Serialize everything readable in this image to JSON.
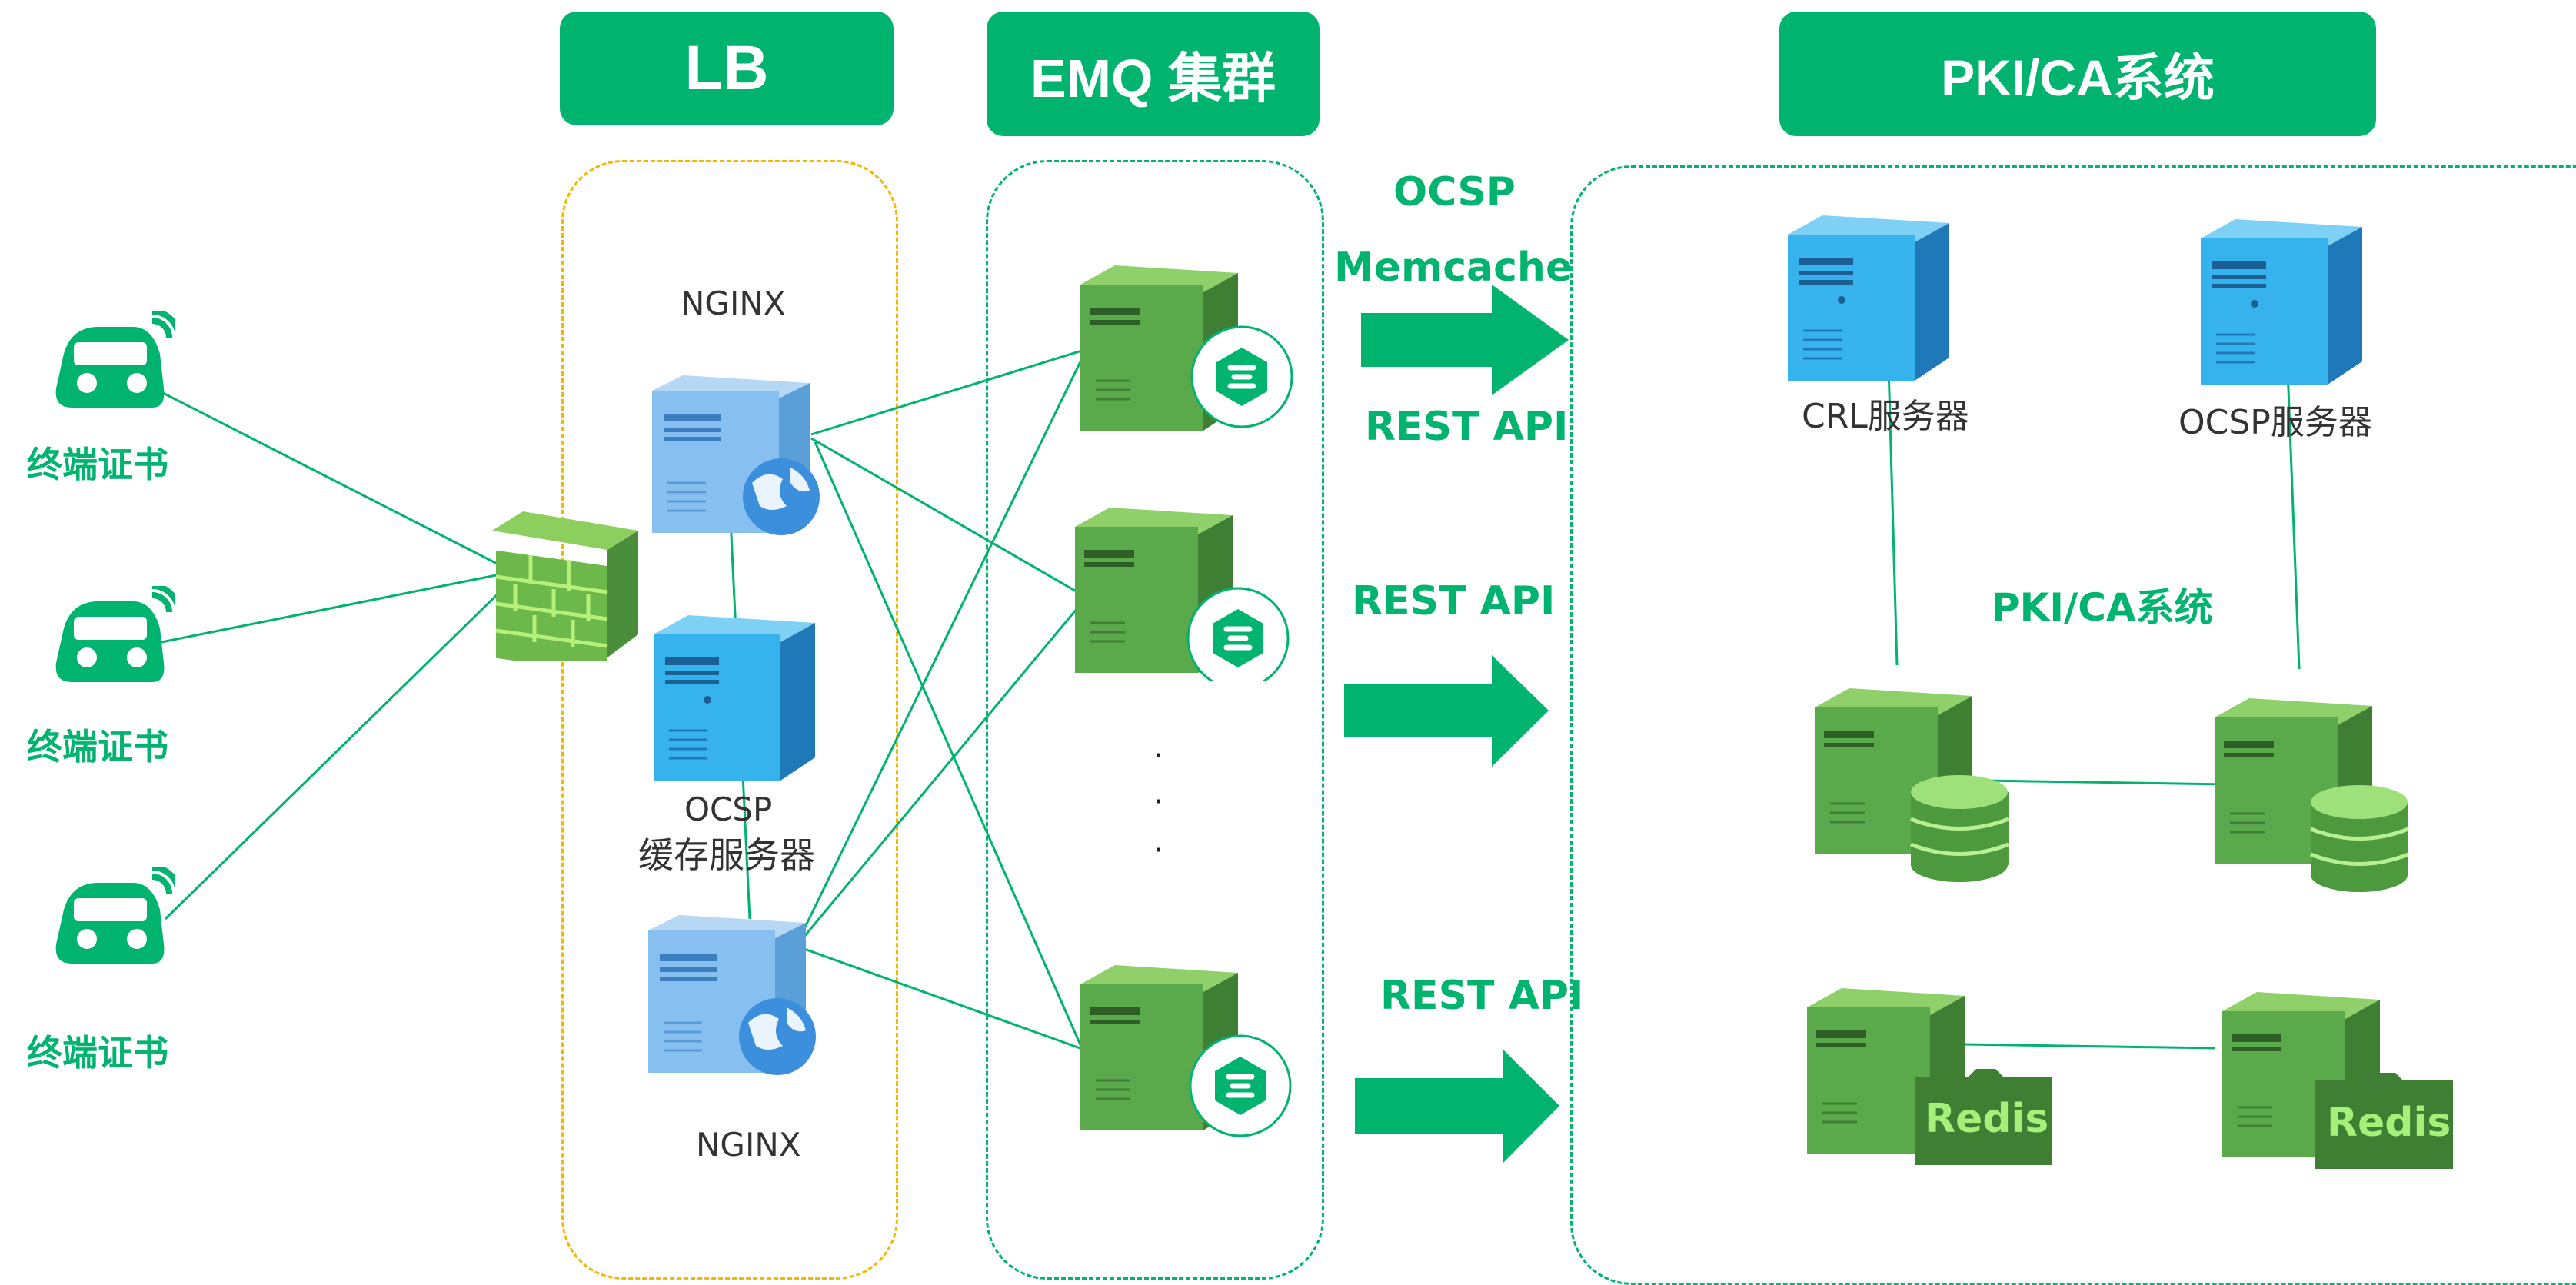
{
  "headers": {
    "lb": "LB",
    "emq": "EMQ 集群",
    "pki": "PKI/CA系统"
  },
  "terminals": [
    "终端证书",
    "终端证书",
    "终端证书"
  ],
  "lb_zone": {
    "nginx_top": "NGINX",
    "ocsp_cache_line1": "OCSP",
    "ocsp_cache_line2": "缓存服务器",
    "nginx_bottom": "NGINX"
  },
  "emq_zone": {
    "ellipsis": "·"
  },
  "arrows": {
    "top_line1": "OCSP",
    "top_line2": "Memcache",
    "top_line3": "REST API",
    "middle": "REST API",
    "bottom": "REST API"
  },
  "pki_zone": {
    "crl_server": "CRL服务器",
    "ocsp_server": "OCSP服务器",
    "inner_title": "PKI/CA系统",
    "redis_left": "Redis",
    "redis_right": "Redis"
  },
  "colors": {
    "accent": "#00b36f",
    "lb_border": "#f5b800",
    "emq_border": "#00b36f",
    "server_green": "#5aa94a",
    "server_blue": "#2f8fd8",
    "nginx_blue": "#7ab8ea"
  }
}
